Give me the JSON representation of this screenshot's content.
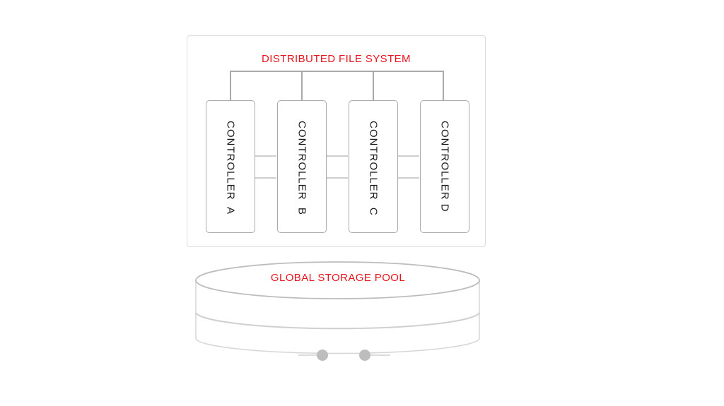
{
  "diagram": {
    "dfs_title": "DISTRIBUTED FILE SYSTEM",
    "controllers": [
      {
        "label": "CONTROLLER  A"
      },
      {
        "label": "CONTROLLER  B"
      },
      {
        "label": "CONTROLLER  C"
      },
      {
        "label": "CONTROLLER D"
      }
    ],
    "pool_title": "GLOBAL STORAGE POOL"
  },
  "colors": {
    "title_red": "#e8141e",
    "line_gray": "#a9a9a9",
    "box_border": "#dcdcdc"
  }
}
